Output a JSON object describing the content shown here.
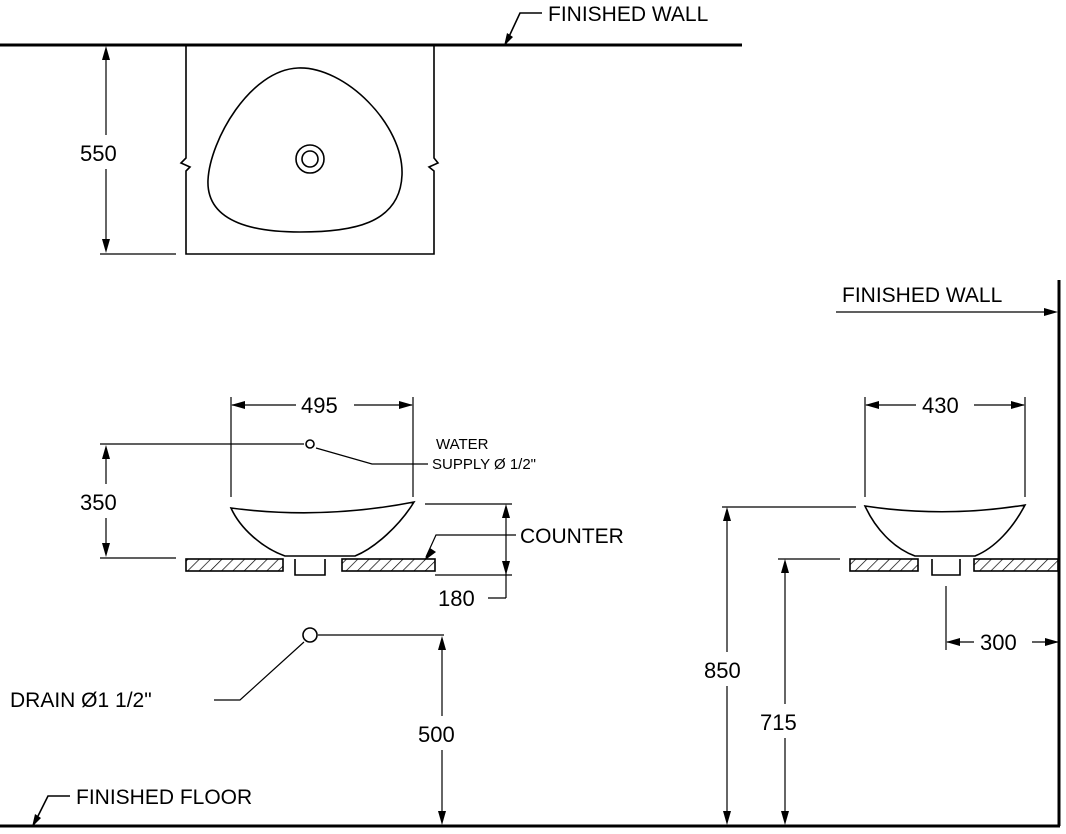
{
  "labels": {
    "finished_wall_top": "FINISHED  WALL",
    "finished_wall_right": "FINISHED  WALL",
    "finished_floor": "FINISHED  FLOOR",
    "counter": "COUNTER",
    "water_supply_1": "WATER",
    "water_supply_2": "SUPPLY Ø 1/2\"",
    "drain": "DRAIN Ø1 1/2\""
  },
  "dimensions": {
    "depth": "550",
    "width_front": "495",
    "supply_height": "350",
    "counter_thickness": "180",
    "drain_height": "500",
    "width_side": "430",
    "rim_height": "850",
    "counter_height": "715",
    "wall_offset": "300"
  }
}
